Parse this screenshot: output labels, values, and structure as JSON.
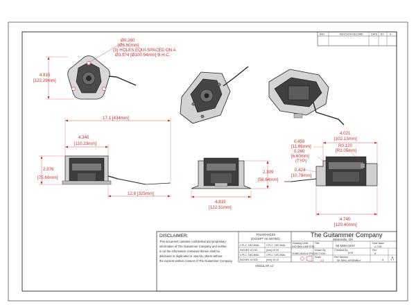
{
  "revision_block": {
    "rev_label": "REV",
    "description_header": "REVISION RECORD",
    "date_label": "DATE",
    "by_label": "BY",
    "sheet_label": "A"
  },
  "top_view": {
    "hole_diameter": "Ø0.260",
    "hole_diameter_mm": "[Ø6.60mm]",
    "holes_note": "(3) HOLES EQUI-SPACED ON A",
    "bhc": "Ø3.974 [Ø100.94mm] B.H.C.",
    "height_in": "4.815",
    "height_mm": "[122.29mm]"
  },
  "front_view": {
    "overall_length": "17.1 [434mm]",
    "body_length": "4.340",
    "body_length_mm": "[110.23mm]",
    "height": "2.976",
    "height_mm": "[75.60mm]",
    "cable_length": "12.8 [325mm]"
  },
  "side_view": {
    "height": "2.309",
    "height_mm": "[58.64mm]",
    "width": "4.815",
    "width_mm": "[122.31mm]"
  },
  "right_view": {
    "dim_a": "4.021",
    "dim_a_mm": "[102.13mm]",
    "dim_b": "0.459",
    "dim_b_mm": "[11.66mm]",
    "dim_c": "0.260",
    "dim_c_mm": "[6.60mm]",
    "typ": "(TYP)",
    "radius": "R0.120",
    "radius_mm": "[R3.05mm]",
    "dim_d": "0.424",
    "dim_d_mm": "[10.78mm]",
    "width": "4.740",
    "width_mm": "[120.40mm]"
  },
  "disclaimer": {
    "title": "DISCLAIMER:",
    "lines": [
      "This document contains confidential and proprietary",
      "information of The Guitammer Company and neither",
      "it nor the information contained therein shall be",
      "disclosed or duplicated or used by others without",
      "the express written consent of The Guitammer Company."
    ]
  },
  "tolerances": {
    "title": "TOLERANCES",
    "subtitle": "(EXCEPT AS NOTED)",
    "row1a": "2 PLC. DECIMAL",
    "row1b": "2 PLC. DECIMAL",
    "row2a": "INCHES ±0.010",
    "row2b": "[mm] ±0.25",
    "row3a": "3 PLC. DECIMAL",
    "row3b": "3 PLC. DECIMAL",
    "row4a": "INCHES ±0.005",
    "row4b": "[mm] ±0.13",
    "angular": "ANGULAR ±1°"
  },
  "title_block": {
    "company": "The Guitammer Company",
    "location": "Westerville, OH",
    "drawing_units_label": "Drawing Units",
    "drawing_units": "INCH[MILLIMETER]",
    "projection": "THIRD ANGLE PROJECTION",
    "title_label": "Title",
    "title": "SK-MINI ASSY",
    "date_label": "Date Issue",
    "date": "2-7-09",
    "drawn_by_label": "Drawn By",
    "drawn_by": "M.M.",
    "checked_label": "Checked By",
    "rev_label": "Rev",
    "rev": "A",
    "scale_label": "Scale",
    "scale": "1:2",
    "part_label": "Part Number",
    "part": "SK-MINI_ASSEMBLY",
    "sheet": "A"
  },
  "colors": {
    "dimension": "#cc2e2e",
    "outline": "#222222",
    "body_dark": "#3a3a3a",
    "body_light": "#cfcfcf",
    "bolt_circle": "#34b548"
  }
}
